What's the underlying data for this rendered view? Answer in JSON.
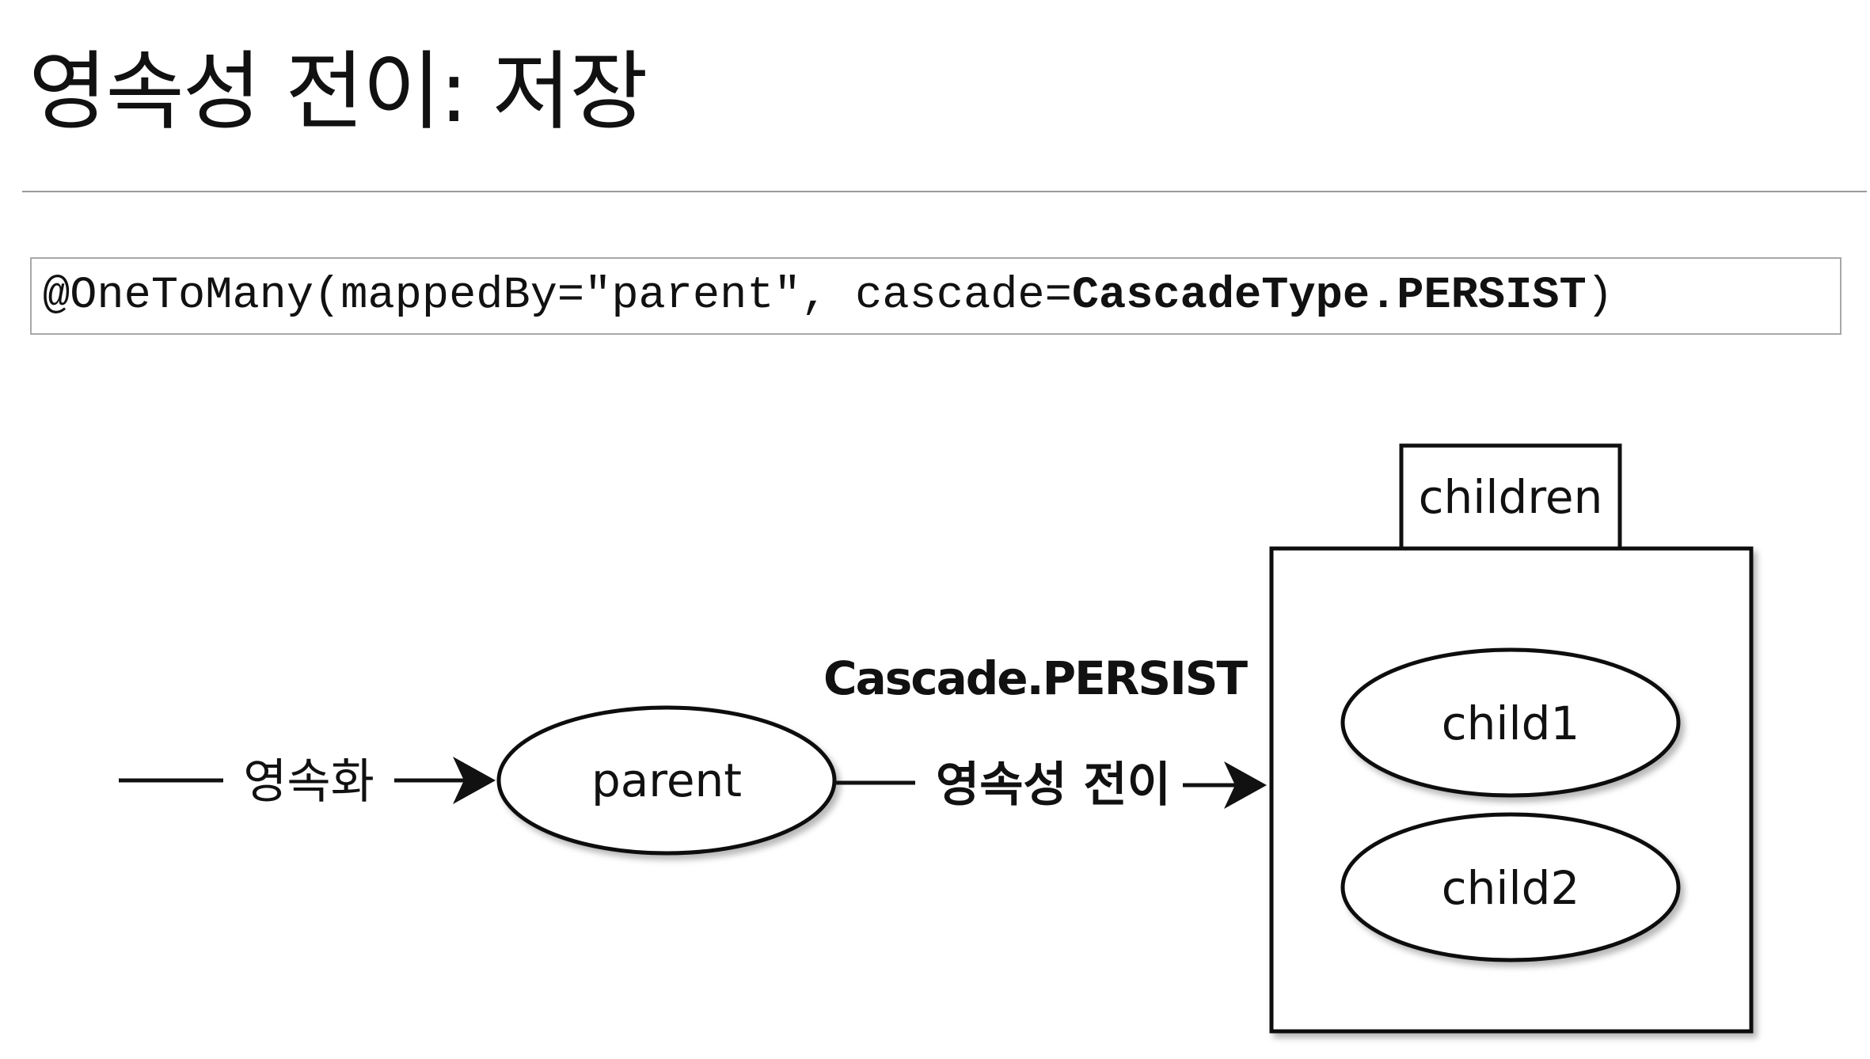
{
  "slide": {
    "title": "영속성 전이: 저장"
  },
  "code": {
    "prefix": "@OneToMany(mappedBy=\"parent\", cascade=",
    "emphasis": "CascadeType.PERSIST",
    "suffix": ")"
  },
  "diagram": {
    "persist_label": "영속화",
    "parent_label": "parent",
    "cascade_label": "Cascade.PERSIST",
    "transition_label": "영속성 전이",
    "collection_label": "children",
    "child1_label": "child1",
    "child2_label": "child2"
  }
}
